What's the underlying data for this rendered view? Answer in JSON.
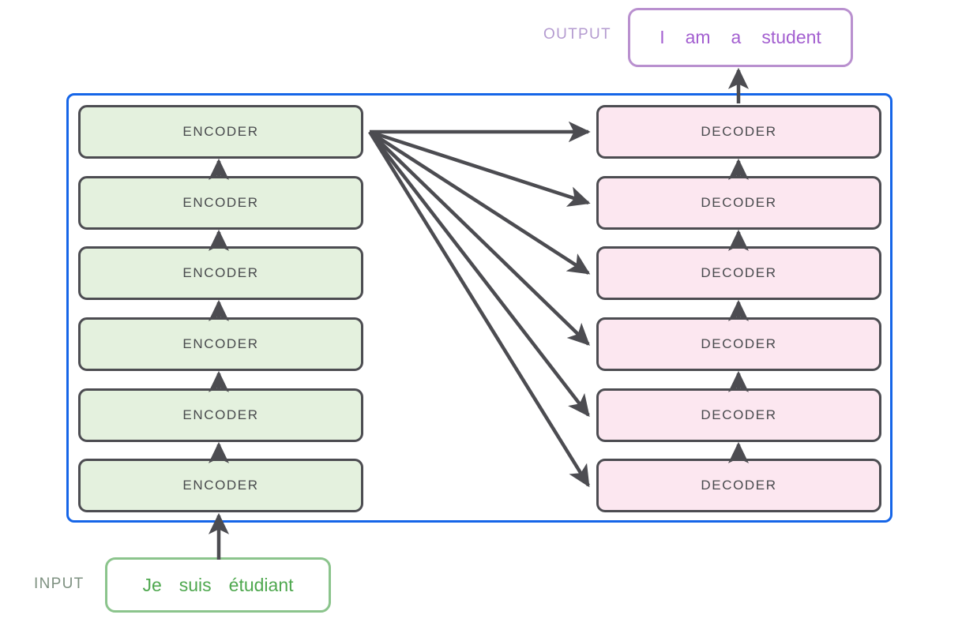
{
  "diagram": {
    "title": "Transformer encoder-decoder stack",
    "colors": {
      "stack_border": "#1565e8",
      "encoder_fill": "#e4f1de",
      "decoder_fill": "#fce7f0",
      "block_border": "#4c4c51",
      "arrow": "#4c4c51",
      "output_border": "#b990cf",
      "output_text": "#a35fd0",
      "output_label": "#b49bd0",
      "input_border": "#8bc48c",
      "input_text": "#4fa84f",
      "input_label": "#7d9080",
      "background": "#ffffff"
    }
  },
  "output": {
    "label": "OUTPUT",
    "tokens": [
      "I",
      "am",
      "a",
      "student"
    ]
  },
  "input": {
    "label": "INPUT",
    "tokens": [
      "Je",
      "suis",
      "étudiant"
    ]
  },
  "encoder_stack": {
    "name": "encoders",
    "count": 6,
    "blocks": [
      {
        "label": "ENCODER"
      },
      {
        "label": "ENCODER"
      },
      {
        "label": "ENCODER"
      },
      {
        "label": "ENCODER"
      },
      {
        "label": "ENCODER"
      },
      {
        "label": "ENCODER"
      }
    ]
  },
  "decoder_stack": {
    "name": "decoders",
    "count": 6,
    "blocks": [
      {
        "label": "DECODER"
      },
      {
        "label": "DECODER"
      },
      {
        "label": "DECODER"
      },
      {
        "label": "DECODER"
      },
      {
        "label": "DECODER"
      },
      {
        "label": "DECODER"
      }
    ]
  },
  "arrows": {
    "encoder_chain": 5,
    "decoder_chain": 5,
    "cross_attention_fanout": 6,
    "input_to_encoder": 1,
    "decoder_to_output": 1
  }
}
